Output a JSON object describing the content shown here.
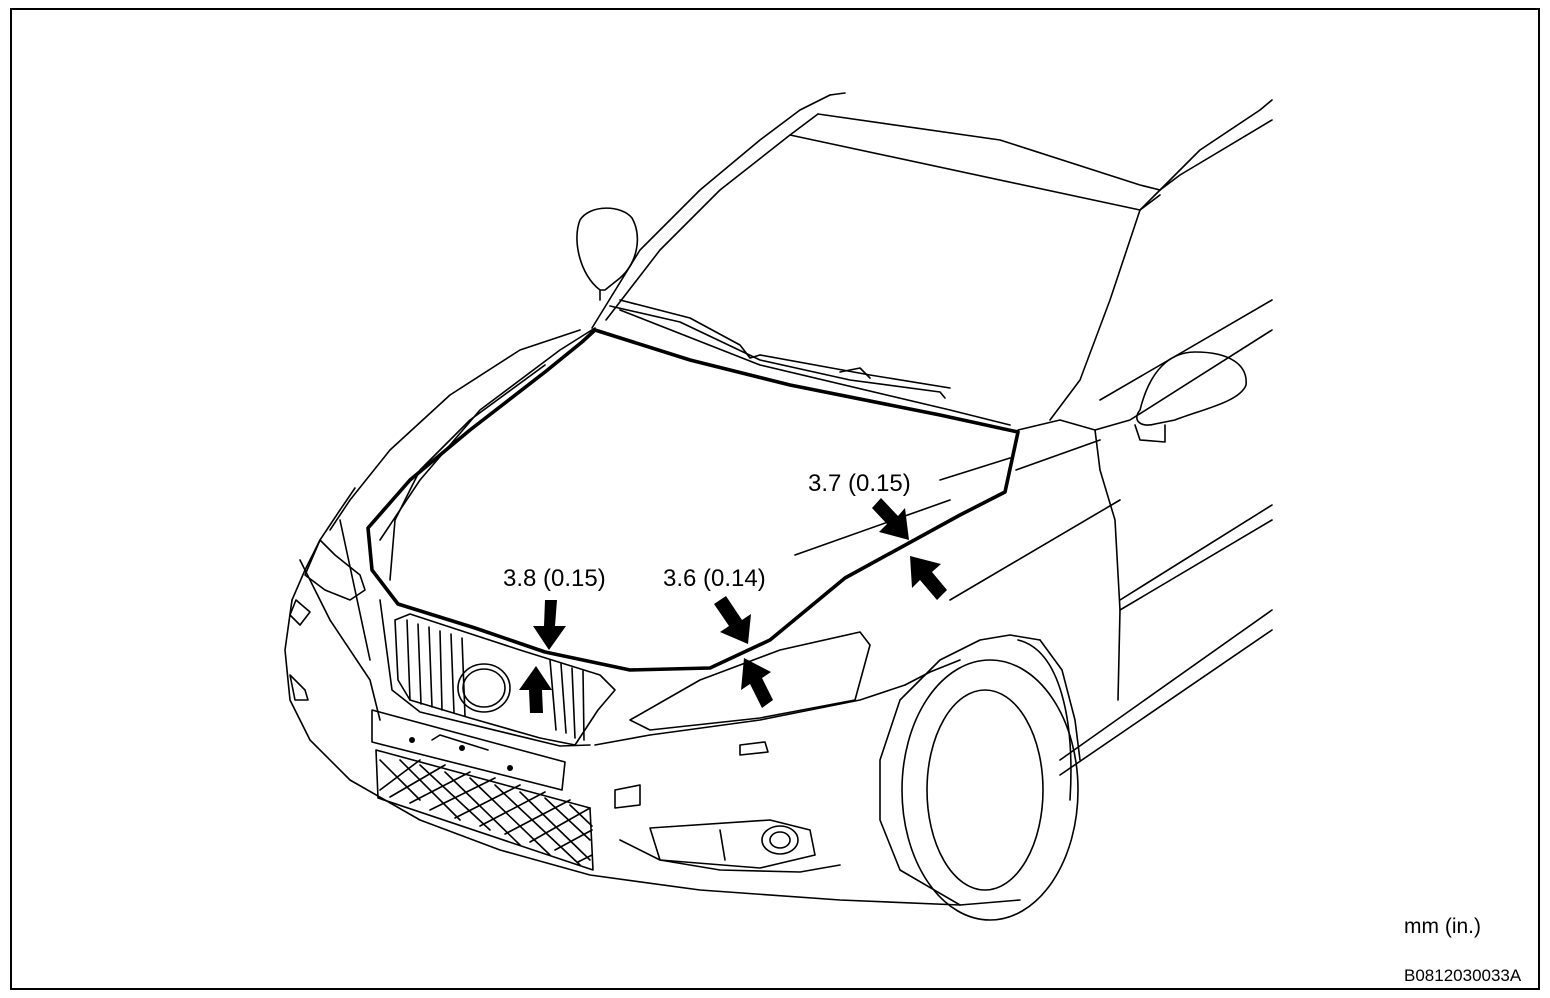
{
  "measurements": [
    {
      "value": "3.8 (0.15)",
      "location": "hood front center"
    },
    {
      "value": "3.6 (0.14)",
      "location": "hood front corner"
    },
    {
      "value": "3.7 (0.15)",
      "location": "hood side / fender"
    }
  ],
  "units_note": "mm (in.)",
  "figure_id": "B0812030033A",
  "colors": {
    "line": "#000000",
    "background": "#ffffff"
  }
}
